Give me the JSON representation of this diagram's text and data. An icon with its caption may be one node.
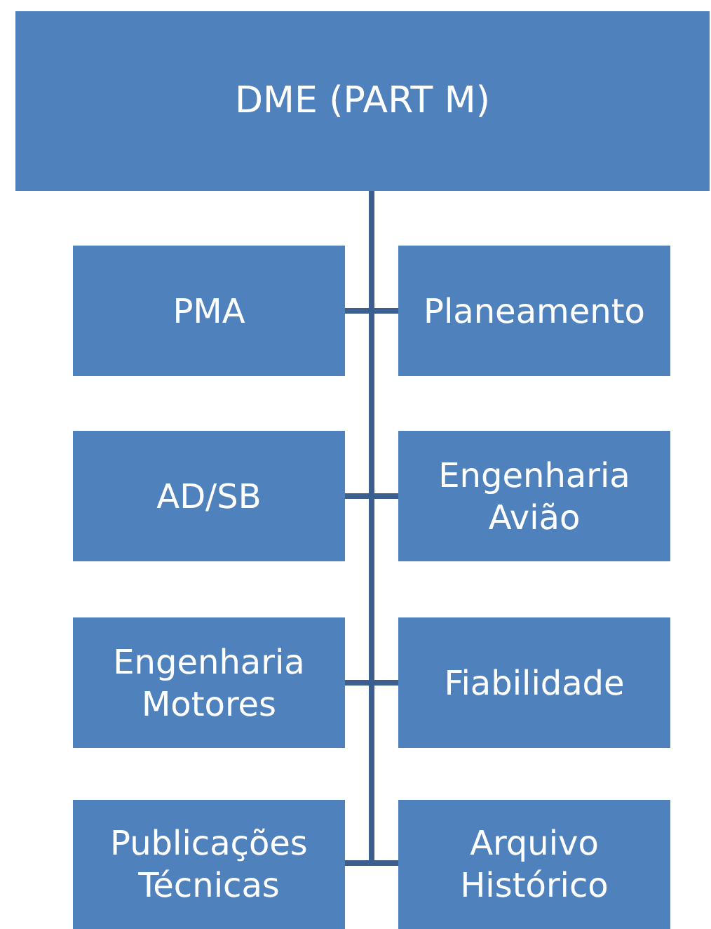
{
  "diagram": {
    "nodes": [
      {
        "text": [
          "DME (PART M)"
        ]
      },
      {
        "text": [
          "PMA"
        ]
      },
      {
        "text": [
          "Planeamento"
        ]
      },
      {
        "text": [
          "AD/SB"
        ]
      },
      {
        "text": [
          "Engenharia Avião"
        ]
      },
      {
        "text": [
          "Engenharia Motores"
        ]
      },
      {
        "text": [
          "Fiabilidade"
        ]
      },
      {
        "text": [
          "Publicações Técnicas"
        ]
      },
      {
        "text": [
          "Arquivo Histórico"
        ]
      }
    ],
    "edges": [
      {
        "from": 0,
        "to": 1,
        "arrow": "none"
      },
      {
        "from": 0,
        "to": 2,
        "arrow": "none"
      },
      {
        "from": 0,
        "to": 3,
        "arrow": "none"
      },
      {
        "from": 0,
        "to": 4,
        "arrow": "none"
      },
      {
        "from": 0,
        "to": 5,
        "arrow": "none"
      },
      {
        "from": 0,
        "to": 6,
        "arrow": "none"
      },
      {
        "from": 0,
        "to": 7,
        "arrow": "none"
      },
      {
        "from": 0,
        "to": 8,
        "arrow": "none"
      }
    ]
  }
}
